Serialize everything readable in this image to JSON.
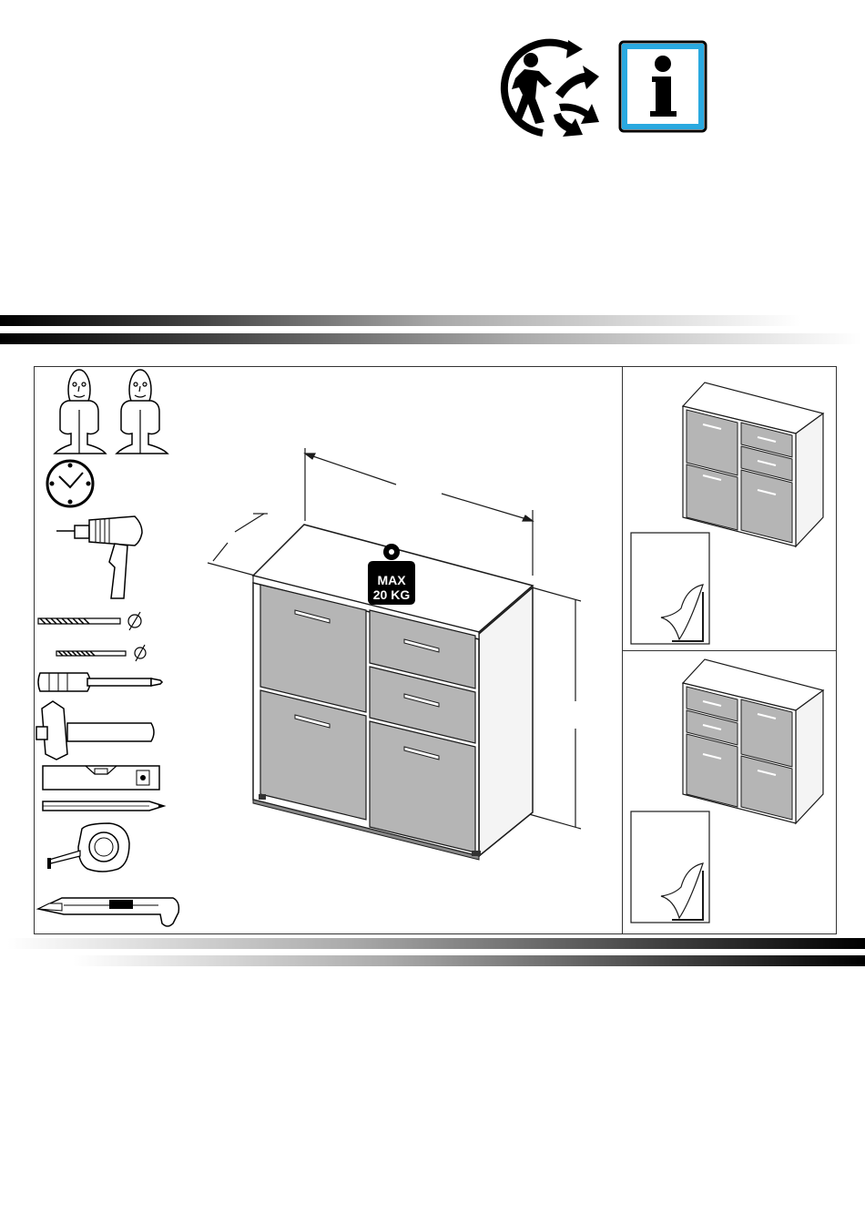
{
  "header": {
    "icons": [
      "recycle-person-icon",
      "info-icon"
    ]
  },
  "main": {
    "weight_badge": {
      "line1": "MAX",
      "line2": "20 KG"
    },
    "tools": [
      "two-persons-icon",
      "clock-icon",
      "drill-icon",
      "drill-bit-large-icon",
      "drill-bit-small-icon",
      "screwdriver-icon",
      "hammer-icon",
      "spirit-level-icon",
      "pencil-icon",
      "tape-measure-icon",
      "utility-knife-icon"
    ],
    "variants": [
      "variant-a",
      "variant-b"
    ]
  },
  "colors": {
    "info_frame": "#2aa9e0",
    "panel": "#b5b5b5",
    "line": "#1a1a1a"
  }
}
